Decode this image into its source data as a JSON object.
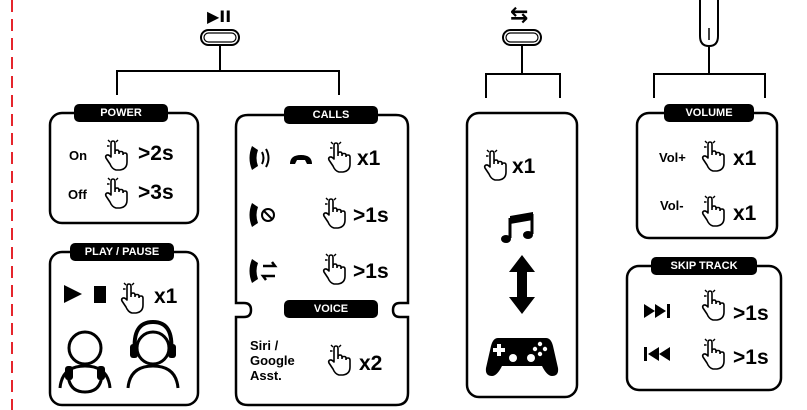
{
  "top": {
    "play_pause_glyph": "▶II",
    "mode_glyph": "⇆"
  },
  "power": {
    "title": "POWER",
    "on_label": "On",
    "on_time": ">2s",
    "off_label": "Off",
    "off_time": ">3s"
  },
  "play_pause": {
    "title": "PLAY / PAUSE",
    "count": "x1"
  },
  "calls": {
    "title": "CALLS",
    "answer_count": "x1",
    "reject_time": ">1s",
    "switch_time": ">1s"
  },
  "voice": {
    "title": "VOICE",
    "assistant_label_1": "Siri /",
    "assistant_label_2": "Google",
    "assistant_label_3": "Asst.",
    "count": "x2"
  },
  "mode": {
    "count": "x1"
  },
  "volume": {
    "title": "VOLUME",
    "up_label": "Vol+",
    "up_count": "x1",
    "down_label": "Vol-",
    "down_count": "x1"
  },
  "skip": {
    "title": "SKIP TRACK",
    "next_time": ">1s",
    "prev_time": ">1s"
  },
  "icons": [
    "play-pause-icon",
    "repeat-icon",
    "tap-hand-icon",
    "music-note-icon",
    "up-down-arrow-icon",
    "gamepad-icon",
    "headphones-icon",
    "phone-icon",
    "reject-call-icon",
    "switch-call-icon",
    "next-track-icon",
    "previous-track-icon"
  ]
}
